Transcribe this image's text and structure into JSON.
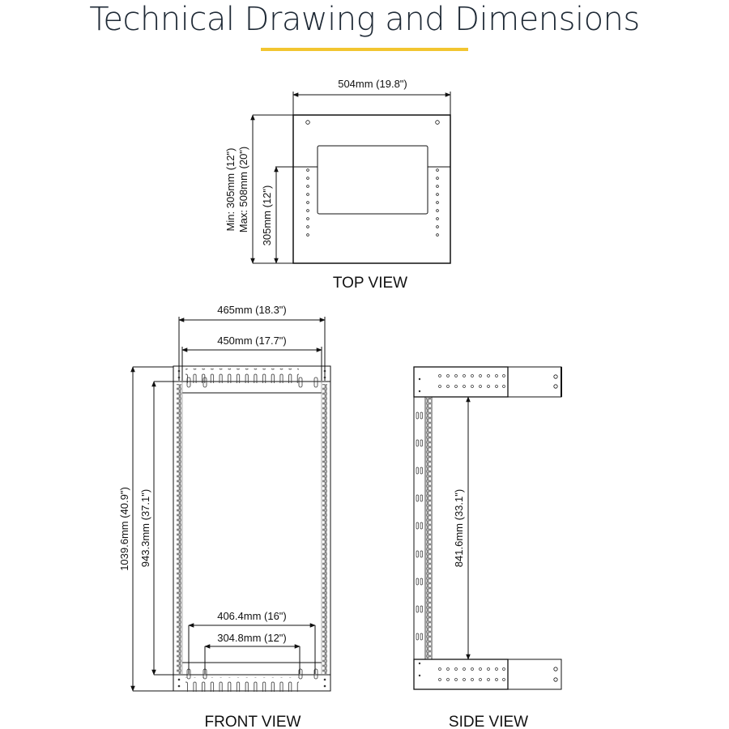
{
  "header": {
    "title": "Technical Drawing and Dimensions",
    "accent_color": "#f2c530",
    "title_color": "#1f2a36"
  },
  "top_view": {
    "label": "TOP VIEW",
    "width_dim": "504mm (19.8\")",
    "depth_range_min": "Min: 305mm (12\")",
    "depth_range_max": "Max: 508mm (20\")",
    "depth_fixed": "305mm (12\")"
  },
  "front_view": {
    "label": "FRONT VIEW",
    "outer_width_dim": "465mm (18.3\")",
    "inner_width_dim": "450mm (17.7\")",
    "total_height_dim": "1039.6mm (40.9\")",
    "inner_height_dim": "943.3mm (37.1\")",
    "mount_outer_dim": "406.4mm (16\")",
    "mount_inner_dim": "304.8mm (12\")"
  },
  "side_view": {
    "label": "SIDE VIEW",
    "rail_height_dim": "841.6mm (33.1\")"
  }
}
